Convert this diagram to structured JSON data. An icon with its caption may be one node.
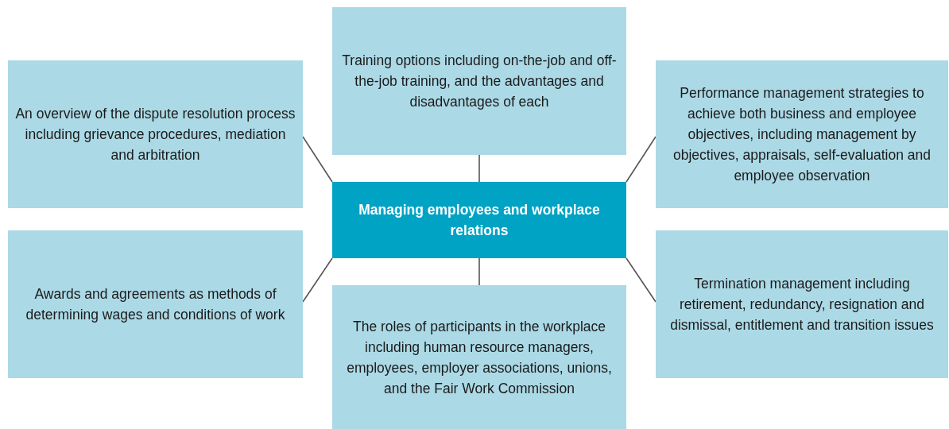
{
  "diagram": {
    "nodes": [
      {
        "text": [
          "Managing employees and workplace relations"
        ]
      },
      {
        "text": [
          "Training options including on-the-job and off-the-job training, and the advantages and disadvantages of each"
        ]
      },
      {
        "text": [
          "An overview of the dispute resolution process including grievance procedures, mediation and arbitration"
        ]
      },
      {
        "text": [
          "Performance management strategies to achieve both business and employee objectives, including management by objectives, appraisals, self-evaluation and employee observation"
        ]
      },
      {
        "text": [
          "Awards and agreements as methods of determining wages and conditions of work"
        ]
      },
      {
        "text": [
          "Termination management including retirement, redundancy, resignation and dismissal, entitlement and transition issues"
        ]
      },
      {
        "text": [
          "The roles of participants in the workplace including human resource managers, employees, employer associations, unions, and the Fair Work Commission"
        ]
      }
    ],
    "edges": [
      {
        "from": 0,
        "to": 1,
        "arrow": "none"
      },
      {
        "from": 0,
        "to": 2,
        "arrow": "none"
      },
      {
        "from": 0,
        "to": 3,
        "arrow": "none"
      },
      {
        "from": 0,
        "to": 4,
        "arrow": "none"
      },
      {
        "from": 0,
        "to": 5,
        "arrow": "none"
      },
      {
        "from": 0,
        "to": 6,
        "arrow": "none"
      }
    ]
  }
}
